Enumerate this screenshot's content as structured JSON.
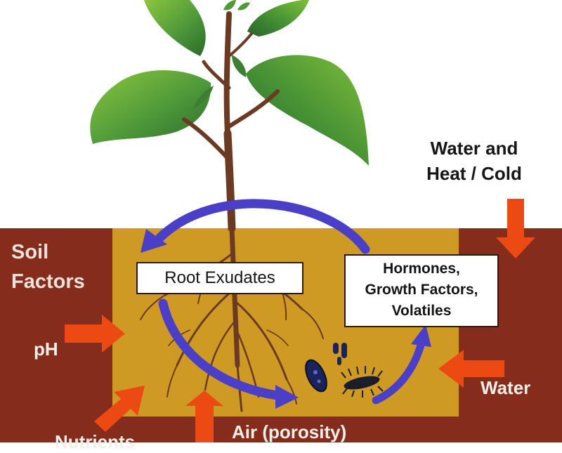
{
  "diagram": {
    "soil_title_lines": [
      "Soil",
      "Factors"
    ],
    "root_exudates_label": "Root Exudates",
    "hormones_lines": [
      "Hormones,",
      "Growth Factors,",
      "Volatiles"
    ],
    "water_heat_lines": [
      "Water and",
      "Heat / Cold"
    ],
    "ph_label": "pH",
    "water_label": "Water",
    "air_label": "Air (porosity)",
    "nutrients_label": "Nutrients"
  },
  "colors": {
    "soil_outer": "#862c1c",
    "root_zone": "#cf9a23",
    "factor_arrow": "#ec4a12",
    "cycle_arrow": "#4b3fc7",
    "stem": "#6b3a22",
    "leaf": "#4f9a3a",
    "leaf_dark": "#2f6e2a"
  }
}
